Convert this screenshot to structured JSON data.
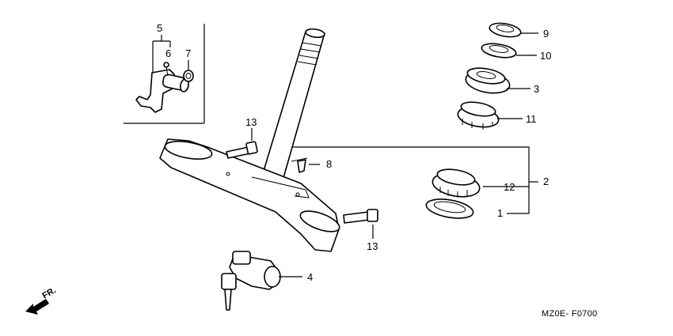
{
  "callouts": {
    "c1": "1",
    "c2": "2",
    "c3": "3",
    "c4": "4",
    "c5": "5",
    "c6": "6",
    "c7": "7",
    "c8": "8",
    "c9": "9",
    "c10": "10",
    "c11": "11",
    "c12": "12",
    "c13a": "13",
    "c13b": "13"
  },
  "direction_label": "FR.",
  "diagram_code": "MZ0E- F0700"
}
